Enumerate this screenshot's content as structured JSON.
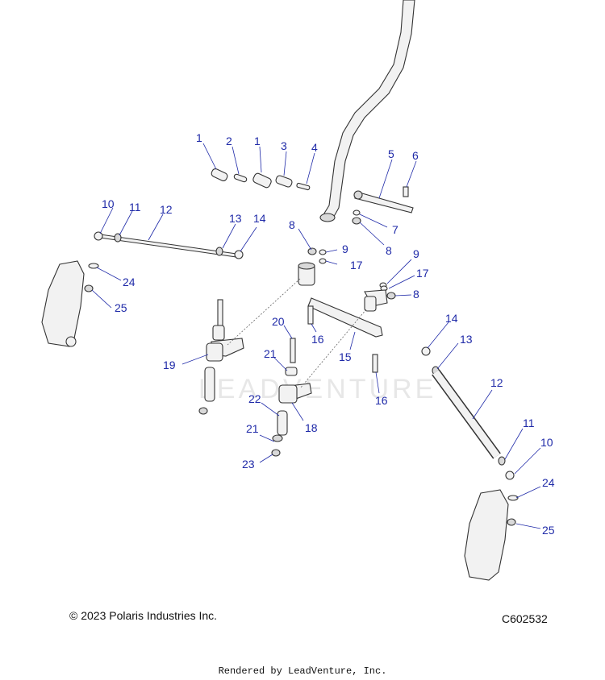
{
  "watermark": "LEADVENTURE",
  "copyright": "© 2023 Polaris Industries Inc.",
  "diagram_code": "C602532",
  "rendered_by": "Rendered by LeadVenture, Inc.",
  "callouts": [
    "1",
    "2",
    "1",
    "3",
    "4",
    "5",
    "6",
    "7",
    "8",
    "10",
    "11",
    "12",
    "13",
    "14",
    "8",
    "9",
    "17",
    "24",
    "25",
    "9",
    "17",
    "8",
    "20",
    "16",
    "14",
    "13",
    "21",
    "19",
    "15",
    "16",
    "22",
    "18",
    "12",
    "21",
    "23",
    "11",
    "10",
    "24",
    "25"
  ]
}
